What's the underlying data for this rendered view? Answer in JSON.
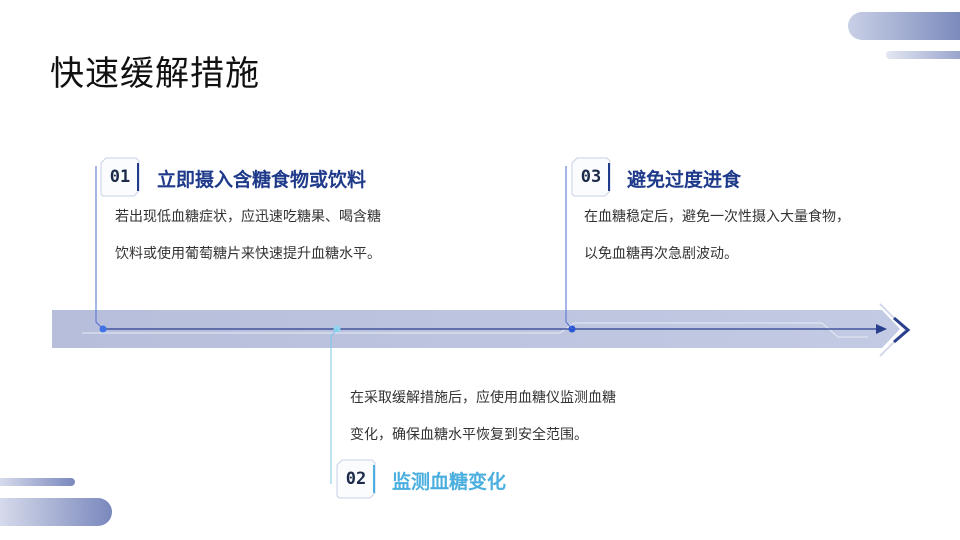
{
  "title": "快速缓解措施",
  "items": [
    {
      "number": "01",
      "heading": "立即摄入含糖食物或饮料",
      "line1": "若出现低血糖症状，应迅速吃糖果、喝含糖",
      "line2": "饮料或使用葡萄糖片来快速提升血糖水平。"
    },
    {
      "number": "02",
      "heading": "监测血糖变化",
      "line1": "在采取缓解措施后，应使用血糖仪监测血糖",
      "line2": "变化，确保血糖水平恢复到安全范围。"
    },
    {
      "number": "03",
      "heading": "避免过度进食",
      "line1": "在血糖稳定后，避免一次性摄入大量食物，",
      "line2": "以免血糖再次急剧波动。"
    }
  ],
  "colors": {
    "accent_dark": "#1f3a8a",
    "accent_light": "#4aaede",
    "band": "#b9c1dc"
  },
  "icons": [
    "timeline-arrow-icon"
  ]
}
